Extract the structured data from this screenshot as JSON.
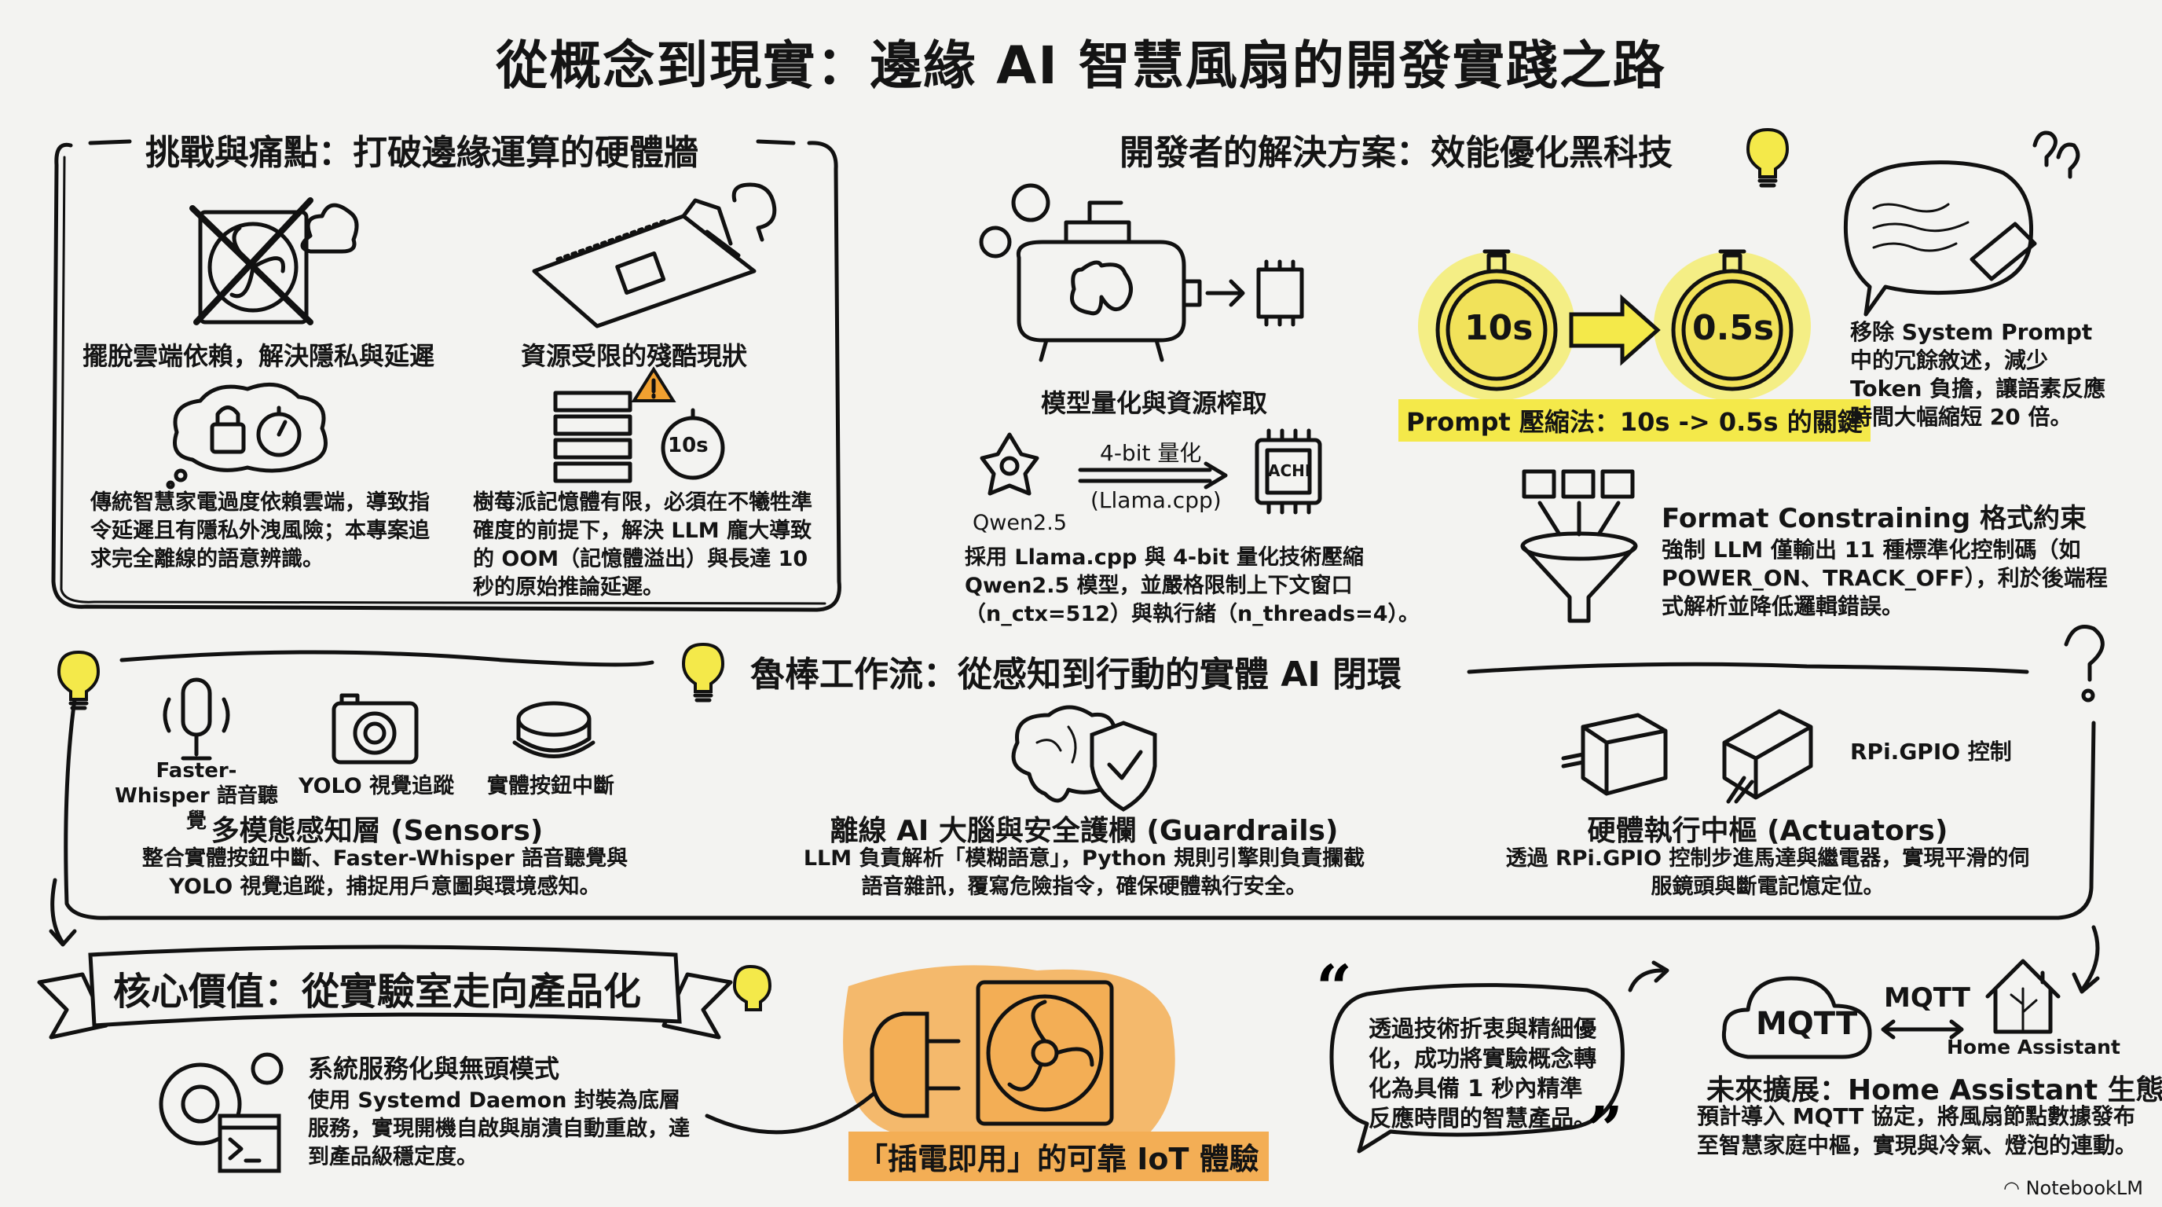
{
  "title": "從概念到現實：邊緣 AI 智慧風扇的開發實踐之路",
  "colors": {
    "background": "#f3f3f1",
    "highlight_yellow": "#f4e94a",
    "highlight_orange": "#f3ae55",
    "ink": "#141414",
    "warning": "#f0a030"
  },
  "challenges": {
    "heading": "挑戰與痛點：打破邊緣運算的硬體牆",
    "items": [
      {
        "icon": "crossed-fan-cloud-icon",
        "label": "擺脫雲端依賴，解決隱私與延遲"
      },
      {
        "icon": "raspberry-pi-brain-icon",
        "label": "資源受限的殘酷現狀"
      }
    ],
    "details": [
      {
        "icon": "lock-stopwatch-cloud-icon",
        "text": "傳統智慧家電過度依賴雲端，導致指令延遲且有隱私外洩風險；本專案追求完全離線的語意辨識。"
      },
      {
        "icon": "memory-warning-stopwatch-icon",
        "timer": "10s",
        "text": "樹莓派記憶體有限，必須在不犧牲準確度的前提下，解決 LLM 龐大導致的 OOM（記憶體溢出）與長達 10 秒的原始推論延遲。"
      }
    ]
  },
  "solutions": {
    "heading": "開發者的解決方案：效能優化黑科技",
    "quantization": {
      "label": "模型量化與資源榨取",
      "model": "Qwen2.5",
      "arrow_top": "4-bit 量化",
      "arrow_bottom": "(Llama.cpp)",
      "chip": "ACHI",
      "text": "採用 Llama.cpp 與 4-bit 量化技術壓縮 Qwen2.5 模型，並嚴格限制上下文窗口（n_ctx=512）與執行緒（n_threads=4）。"
    },
    "prompt": {
      "before": "10s",
      "after": "0.5s",
      "label": "Prompt 壓縮法：10s -> 0.5s 的關鍵",
      "text": "移除 System Prompt 中的冗餘敘述，減少 Token 負擔，讓語素反應時間大幅縮短 20 倍。"
    },
    "format": {
      "title": "Format Constraining 格式約束",
      "text": "強制 LLM 僅輸出 11 種標準化控制碼（如 POWER_ON、TRACK_OFF），利於後端程式解析並降低邏輯錯誤。"
    }
  },
  "workflow": {
    "heading": "魯棒工作流：從感知到行動的實體 AI 閉環",
    "sensors": {
      "inputs": [
        "Faster-Whisper 語音聽覺",
        "YOLO 視覺追蹤",
        "實體按鈕中斷"
      ],
      "title": "多模態感知層 (Sensors)",
      "text": "整合實體按鈕中斷、Faster-Whisper 語音聽覺與 YOLO 視覺追蹤，捕捉用戶意圖與環境感知。"
    },
    "brain": {
      "title": "離線 AI 大腦與安全護欄 (Guardrails)",
      "text": "LLM 負責解析「模糊語意」，Python 規則引擎則負責攔截語音雜訊，覆寫危險指令，確保硬體執行安全。"
    },
    "actuators": {
      "gpio_label": "RPi.GPIO 控制",
      "title": "硬體執行中樞 (Actuators)",
      "text": "透過 RPi.GPIO 控制步進馬達與繼電器，實現平滑的伺服鏡頭與斷電記憶定位。"
    }
  },
  "value": {
    "banner": "核心價值：從實驗室走向產品化",
    "service": {
      "title": "系統服務化與無頭模式",
      "text": "使用 Systemd Daemon 封裝為底層服務，實現開機自啟與崩潰自動重啟，達到產品級穩定度。"
    },
    "plug_label": "「插電即用」的可靠 IoT 體驗",
    "quote": "透過技術折衷與精細優化，成功將實驗概念轉化為具備 1 秒內精準反應時間的智慧產品。",
    "future": {
      "cloud": "MQTT",
      "link": "MQTT",
      "home": "Home Assistant",
      "title": "未來擴展：Home Assistant 生態",
      "text": "預計導入 MQTT 協定，將風扇節點數據發布至智慧家庭中樞，實現與冷氣、燈泡的連動。"
    }
  },
  "brand": "NotebookLM"
}
